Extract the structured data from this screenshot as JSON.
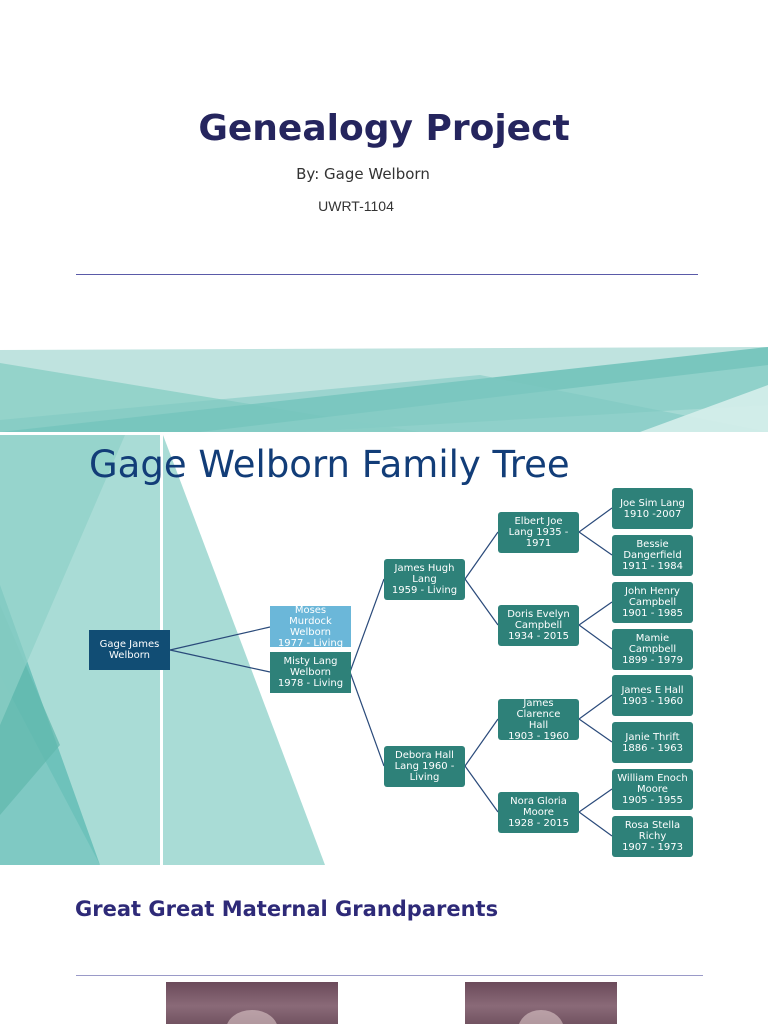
{
  "title_slide": {
    "title": "Genealogy Project",
    "byline": "By: Gage Welborn",
    "course": "UWRT-1104"
  },
  "tree_slide": {
    "title": "Gage Welborn Family Tree",
    "people": {
      "gage": "Gage James\nWelborn",
      "moses": "Moses Murdock\nWelborn\n1977 - Living",
      "misty": "Misty Lang\nWelborn\n1978 - Living",
      "james_hugh": "James Hugh\nLang\n1959 - Living",
      "debora": "Debora Hall\nLang 1960 -\nLiving",
      "elbert": "Elbert Joe\nLang 1935 -\n1971",
      "doris": "Doris Evelyn\nCampbell\n1934 - 2015",
      "james_clarence": "James Clarence\nHall\n1903 - 1960",
      "nora": "Nora Gloria\nMoore\n1928 - 2015",
      "joe_sim": "Joe Sim Lang\n1910 -2007",
      "bessie": "Bessie\nDangerfield\n1911 - 1984",
      "john_henry": "John Henry\nCampbell\n1901 - 1985",
      "mamie": "Mamie\nCampbell\n1899 - 1979",
      "james_e": "James E Hall\n1903 - 1960",
      "janie": "Janie Thrift\n1886 - 1963",
      "william": "William Enoch\nMoore\n1905 - 1955",
      "rosa": "Rosa Stella\nRichy\n1907 - 1973"
    }
  },
  "grand_slide": {
    "title": "Great Great Maternal Grandparents"
  },
  "colors": {
    "title_navy": "#25255e",
    "tree_title_blue": "#123d78",
    "node_teal": "#2e8179",
    "node_root": "#114d74",
    "node_light": "#6bb7d9",
    "bg_teal": "#5fbcb4"
  }
}
